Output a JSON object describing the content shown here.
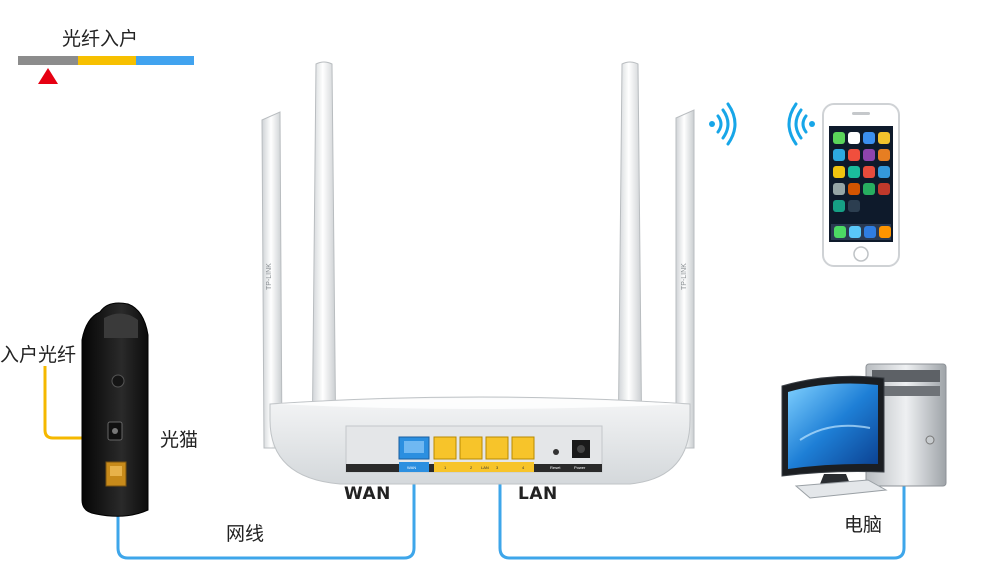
{
  "legend": {
    "title": "光纤入户",
    "segment_colors": [
      "#8c8c8c",
      "#f7c000",
      "#41a3ef"
    ],
    "marker_color": "#e60012"
  },
  "modem": {
    "input_label": "入户光纤",
    "device_label": "光猫"
  },
  "router": {
    "brand_text": "TP-LINK",
    "wan_label": "WAN",
    "lan_label": "LAN",
    "port_labels": [
      "WAN",
      "1",
      "2",
      "LAN",
      "3",
      "4",
      "Reset",
      "Power"
    ]
  },
  "cable": {
    "label": "网线",
    "color": "#3ea6ea"
  },
  "fiber_color": "#f5b800",
  "computer": {
    "label": "电脑"
  },
  "wifi_color": "#17a6e8",
  "lan_port_color": "#f7c42a",
  "wan_port_color": "#2b8fe0"
}
